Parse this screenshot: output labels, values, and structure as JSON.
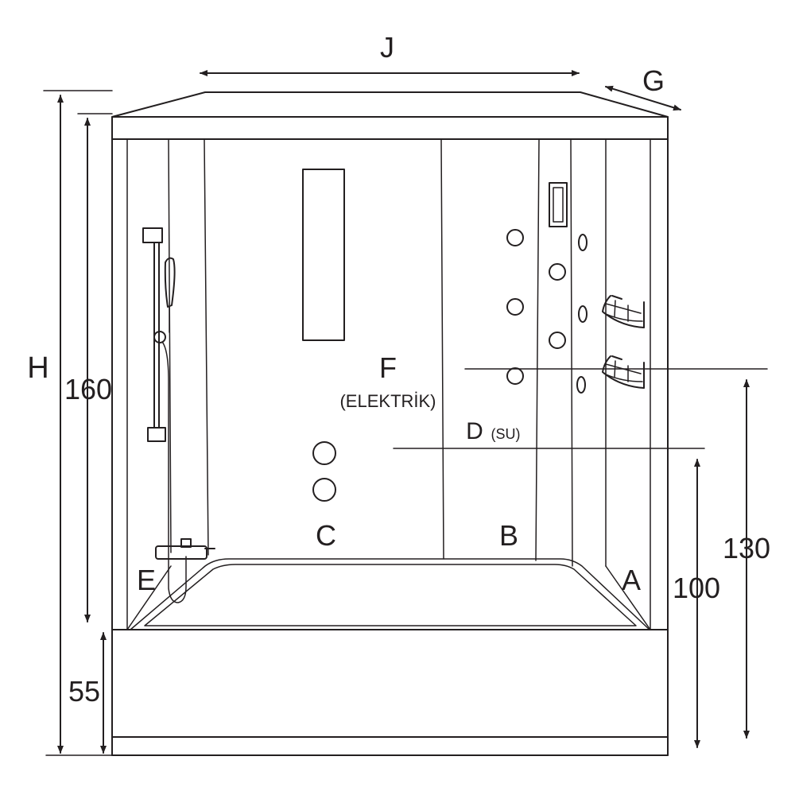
{
  "labels": {
    "width": "J",
    "depth": "G",
    "height": "H",
    "inner_height": "160",
    "base_height": "55",
    "electric_height": "130",
    "water_height": "100",
    "f_letter": "F",
    "f_note": "(ELEKTRİK)",
    "d_letter": "D",
    "d_note": "(SU)",
    "c": "C",
    "b": "B",
    "a": "A",
    "e": "E"
  },
  "colors": {
    "line": "#231f20",
    "background": "#ffffff"
  }
}
